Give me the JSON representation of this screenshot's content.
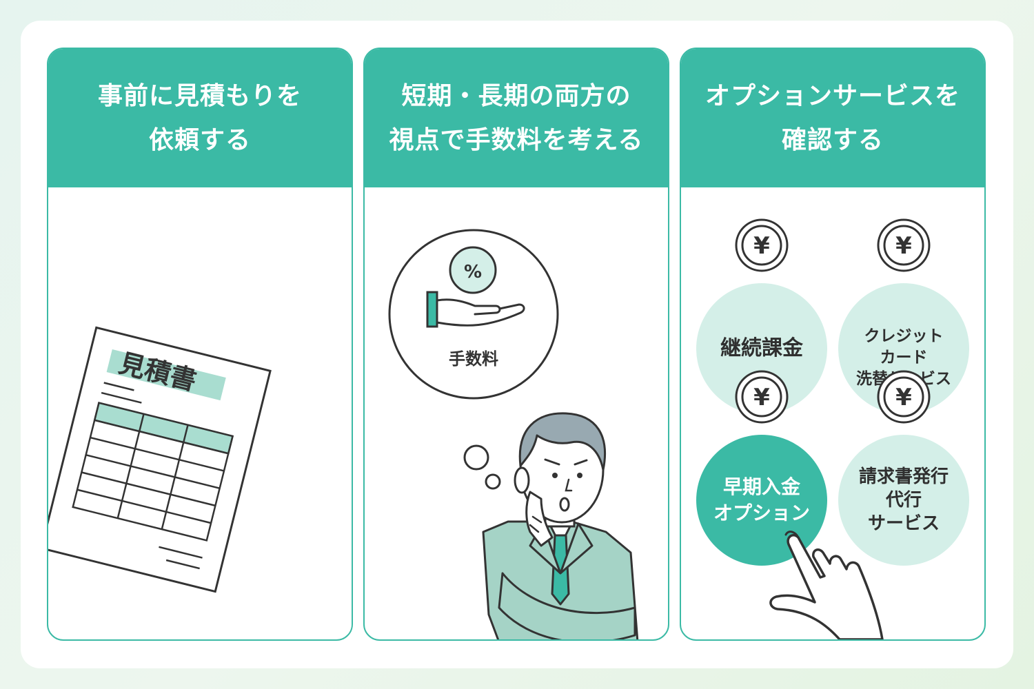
{
  "cards": [
    {
      "title_lines": [
        "事前に見積もりを",
        "依頼する"
      ],
      "document_label": "見積書"
    },
    {
      "title_lines": [
        "短期・長期の両方の",
        "視点で手数料を考える"
      ],
      "thought_symbol": "%",
      "thought_label": "手数料"
    },
    {
      "title_lines": [
        "オプションサービスを",
        "確認する"
      ],
      "coin_symbol": "¥",
      "options": [
        {
          "lines": [
            "継続課金"
          ],
          "highlighted": false
        },
        {
          "lines": [
            "クレジット",
            "カード",
            "洗替サービス"
          ],
          "highlighted": false
        },
        {
          "lines": [
            "早期入金",
            "オプション"
          ],
          "highlighted": true
        },
        {
          "lines": [
            "請求書発行",
            "代行",
            "サービス"
          ],
          "highlighted": false
        }
      ]
    }
  ],
  "colors": {
    "accent": "#3bbaa5",
    "accent_light": "#d4efe8",
    "table_header": "#a9ddd0",
    "suit": "#a5d3c6",
    "hair": "#98a9b1",
    "line": "#333333"
  },
  "icons": [
    "document-icon",
    "thought-bubble-icon",
    "hand-icon",
    "businessman-icon",
    "yen-coin-icon",
    "pointing-hand-icon"
  ]
}
